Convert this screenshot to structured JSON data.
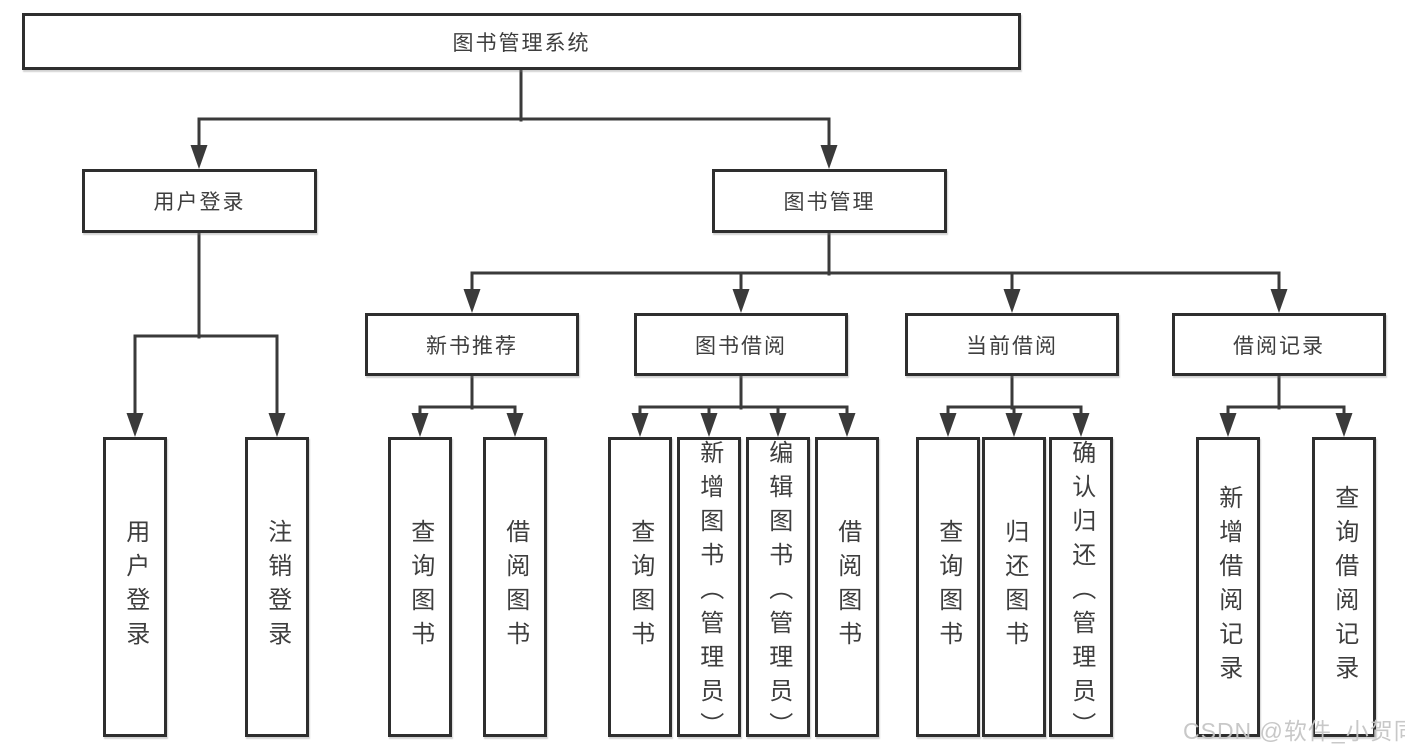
{
  "colors": {
    "line": "#3a3a3a",
    "box_border": "#2e2e2e",
    "box_fill": "#ffffff",
    "text": "#3e3e3e",
    "watermark": "#c5c5c5"
  },
  "watermark": "CSDN @软件_小贺同学",
  "nodes": {
    "root": "图书管理系统",
    "user_login": "用户登录",
    "book_mgmt": "图书管理",
    "login_children": [
      "用户登录",
      "注销登录"
    ],
    "level3": [
      "新书推荐",
      "图书借阅",
      "当前借阅",
      "借阅记录"
    ],
    "new_books_children": [
      "查询图书",
      "借阅图书"
    ],
    "borrow_children": [
      "查询图书",
      "新增图书（管理员）",
      "编辑图书（管理员）",
      "借阅图书"
    ],
    "current_children": [
      "查询图书",
      "归还图书",
      "确认归还（管理员）"
    ],
    "records_children": [
      "新增借阅记录",
      "查询借阅记录"
    ]
  }
}
